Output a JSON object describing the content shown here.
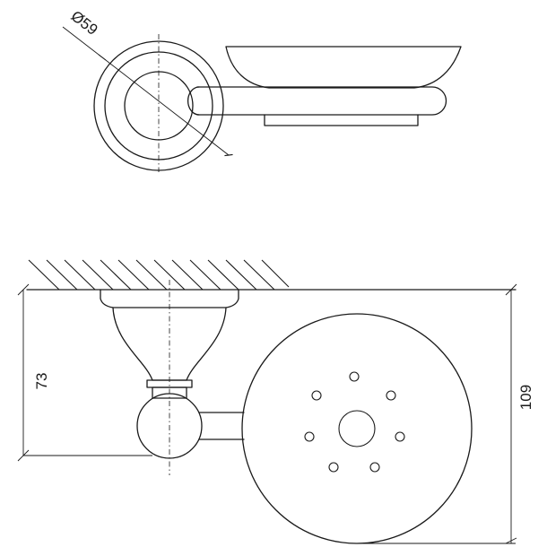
{
  "dimensions": {
    "rosette_diameter": "Ø59",
    "arm_height": "73",
    "total_height": "109"
  }
}
